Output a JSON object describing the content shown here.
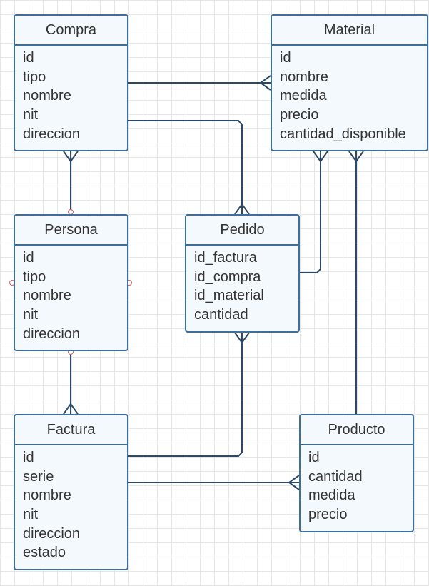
{
  "diagram": {
    "entities": [
      {
        "id": "compra",
        "name": "Compra",
        "fields": [
          "id",
          "tipo",
          "nombre",
          "nit",
          "direccion"
        ]
      },
      {
        "id": "material",
        "name": "Material",
        "fields": [
          "id",
          "nombre",
          "medida",
          "precio",
          "cantidad_disponible"
        ]
      },
      {
        "id": "persona",
        "name": "Persona",
        "fields": [
          "id",
          "tipo",
          "nombre",
          "nit",
          "direccion"
        ]
      },
      {
        "id": "pedido",
        "name": "Pedido",
        "fields": [
          "id_factura",
          "id_compra",
          "id_material",
          "cantidad"
        ]
      },
      {
        "id": "factura",
        "name": "Factura",
        "fields": [
          "id",
          "serie",
          "nombre",
          "nit",
          "direccion",
          "estado"
        ]
      },
      {
        "id": "producto",
        "name": "Producto",
        "fields": [
          "id",
          "cantidad",
          "medida",
          "precio"
        ]
      }
    ],
    "relationships": [
      {
        "from": "compra",
        "to": "material",
        "from_end": "one",
        "to_end": "many"
      },
      {
        "from": "compra",
        "to": "pedido",
        "from_end": "one",
        "to_end": "many"
      },
      {
        "from": "compra",
        "to": "persona",
        "from_end": "many",
        "to_end": "one"
      },
      {
        "from": "material",
        "to": "pedido",
        "from_end": "many",
        "to_end": "one"
      },
      {
        "from": "material",
        "to": "producto",
        "from_end": "many",
        "to_end": "one"
      },
      {
        "from": "persona",
        "to": "factura",
        "from_end": "one",
        "to_end": "many"
      },
      {
        "from": "pedido",
        "to": "factura",
        "from_end": "many",
        "to_end": "one"
      },
      {
        "from": "factura",
        "to": "producto",
        "from_end": "one",
        "to_end": "many"
      }
    ]
  },
  "colors": {
    "line": "#2c4a68",
    "box_border": "#3d6f9a",
    "box_fill": "#f3f9fd",
    "text": "#333333",
    "grid": "#e6e6e6",
    "anchor": "#e0585c"
  }
}
